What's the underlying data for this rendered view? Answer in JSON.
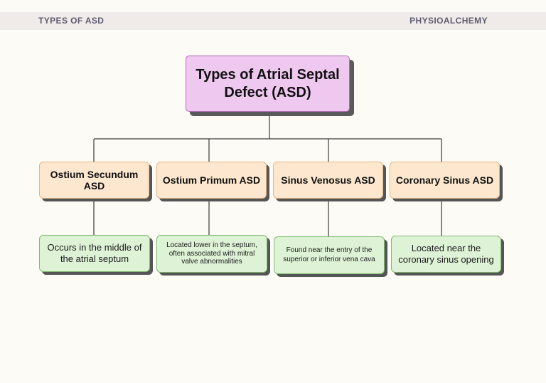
{
  "header": {
    "left": "TYPES OF ASD",
    "right": "PHYSIOALCHEMY"
  },
  "diagram": {
    "root": "Types of Atrial Septal Defect (ASD)",
    "types": [
      {
        "name": "Ostium Secundum ASD",
        "description": "Occurs in the middle of the atrial septum"
      },
      {
        "name": "Ostium Primum ASD",
        "description": "Located lower in the septum, often associated with mitral valve abnormalities"
      },
      {
        "name": "Sinus Venosus ASD",
        "description": "Found near the entry of the superior or inferior vena cava"
      },
      {
        "name": "Coronary Sinus ASD",
        "description": "Located near the coronary sinus opening"
      }
    ]
  },
  "colors": {
    "root_fill": "#efc8ef",
    "type_fill": "#fde8cf",
    "description_fill": "#def2d6",
    "header_bar": "#f0ebe9"
  }
}
